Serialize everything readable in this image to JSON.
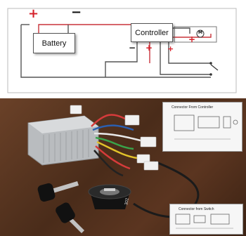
{
  "schematic": {
    "battery_label": "Battery",
    "controller_label": "Controller",
    "motor_label": "M",
    "battery_positive": "+",
    "battery_negative": "−",
    "controller_negative": "−",
    "controller_positive": "+",
    "controller_switch_positive": "+",
    "motor_positive": "+",
    "colors": {
      "positive": "#d4202a",
      "wire": "#555555",
      "wire_red": "#c8333a"
    }
  },
  "photo": {
    "inset_top_title": "Connector From Controller",
    "inset_bottom_title": "Connector from Switch",
    "key_tag_text": "302",
    "icons": [
      "controller-box",
      "ignition-key-switch",
      "key"
    ]
  }
}
